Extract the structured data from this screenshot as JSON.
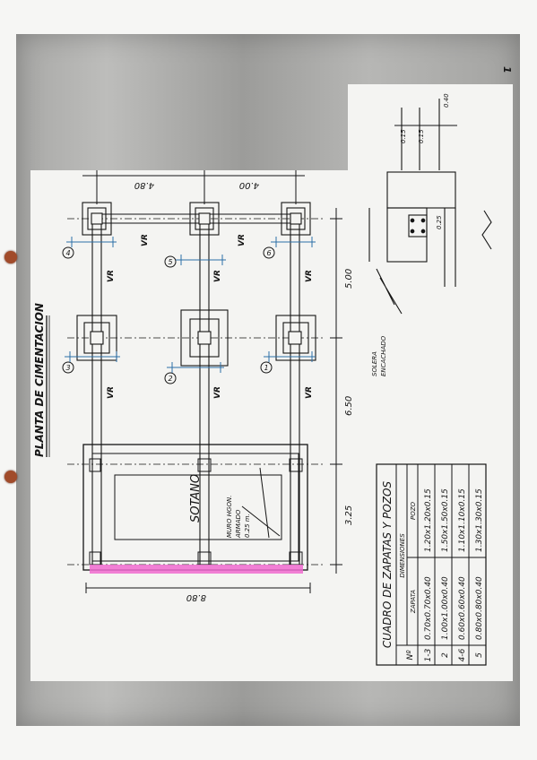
{
  "page_number": "1",
  "title": "PLANTA DE CIMENTACION",
  "basement": {
    "label": "SOTANO",
    "wall_note": [
      "MURO HGON.",
      "ARMADO",
      "0.25 m."
    ]
  },
  "beam_label": "VR",
  "footing_numbers": [
    "1",
    "2",
    "3",
    "4",
    "5",
    "6"
  ],
  "dimensions": {
    "top_left": "4.80",
    "top_right": "4.00",
    "bottom_left": "8.80",
    "seg1": "3.25",
    "seg2": "6.50",
    "seg3": "5.00"
  },
  "detail": {
    "note": [
      "SOLERA",
      "ENCACHADO"
    ],
    "dims": [
      "0.40",
      "0.15",
      "0.15",
      "0.25"
    ]
  },
  "table": {
    "title": "CUADRO DE ZAPATAS Y POZOS",
    "group_header": "DIMENSIONES",
    "col_num": "Nº",
    "col_zapata": "ZAPATA",
    "col_pozo": "POZO",
    "rows": [
      {
        "num": "1-3",
        "zapata": "0.70x0.70x0.40",
        "pozo": "1.20x1.20x0.15"
      },
      {
        "num": "2",
        "zapata": "1.00x1.00x0.40",
        "pozo": "1.50x1.50x0.15"
      },
      {
        "num": "4-6",
        "zapata": "0.60x0.60x0.40",
        "pozo": "1.10x1.10x0.15"
      },
      {
        "num": "5",
        "zapata": "0.80x0.80x0.40",
        "pozo": "1.30x1.30x0.15"
      }
    ]
  },
  "colors": {
    "ink": "#151515",
    "blue_ink": "#2c6fa8",
    "highlight": "#f06ad0",
    "punch_hole": "#a14b2a"
  }
}
